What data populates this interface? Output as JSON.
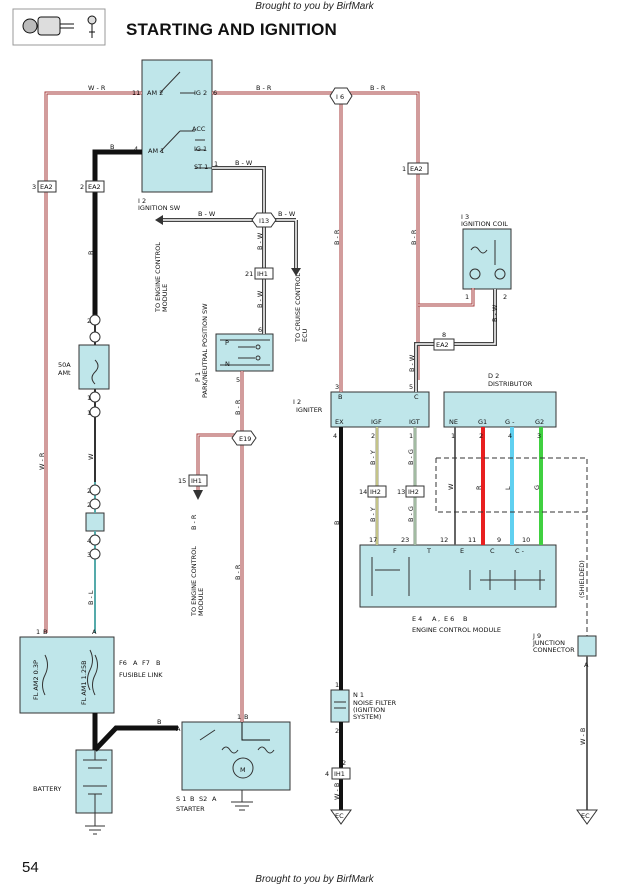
{
  "header": {
    "source_top": "Brought to you by BirfMark",
    "source_bottom": "Brought to you by BirfMark"
  },
  "title": "STARTING AND IGNITION",
  "page_number": "54",
  "components": {
    "ignition_sw": {
      "id": "I 2",
      "name": "IGNITION SW",
      "pins": {
        "am2": "AM 2",
        "am1": "AM 1",
        "ig2": "IG 2",
        "acc": "ACC",
        "ig1": "IG 1",
        "st1": "ST 1"
      },
      "pin_numbers": {
        "am2": "11",
        "am1": "4",
        "ig2": "6",
        "st1": "1"
      }
    },
    "ignition_coil": {
      "id": "I 3",
      "name": "IGNITION COIL",
      "pin1": "1",
      "pin2": "2"
    },
    "park_neutral": {
      "id": "P 1",
      "name": "PARK/NEUTRAL POSITION SW",
      "p": "P",
      "n": "N",
      "pin_top": "6",
      "pin_bot": "5"
    },
    "igniter": {
      "id": "I 2",
      "name": "IGNITER",
      "b": "B",
      "c": "C",
      "ex": "EX",
      "igf": "IGF",
      "igt": "IGT",
      "pin_b": "3",
      "pin_c": "5",
      "pin_ex": "4",
      "pin_igf": "2",
      "pin_igt": "1"
    },
    "distributor": {
      "id": "D 2",
      "name": "DISTRIBUTOR",
      "ne": "NE",
      "g1": "G1",
      "gm": "G -",
      "g2": "G2",
      "pin_ne": "1",
      "pin_g1": "2",
      "pin_gm": "4",
      "pin_g2": "3"
    },
    "ecm": {
      "id": "E 4",
      "conn_a": "A",
      "sep": ",",
      "id2": "E 6",
      "conn_b": "B",
      "name": "ENGINE CONTROL MODULE",
      "term_t": "T",
      "term_f": "F",
      "term_e": "E",
      "term_c": "C",
      "term_cm": "C -",
      "pin17": "17",
      "pin23": "23",
      "pin12": "12",
      "pin11": "11",
      "pin9": "9",
      "pin10": "10",
      "pin_a": "A",
      "pin_b": "B"
    },
    "fusible_link": {
      "id1": "F6",
      "conn_a": "A",
      "id2": "F7",
      "conn_b": "B",
      "name": "FUSIBLE LINK",
      "fl1": "FL AM2 0.3P",
      "fl2": "FL AM1 1.25B",
      "pin1": "1",
      "pinB": "B",
      "pinA": "A"
    },
    "fuse_50a": {
      "label1": "50A",
      "label2": "AMt"
    },
    "battery": {
      "name": "BATTERY"
    },
    "starter": {
      "id1": "S 1",
      "conn_b": "B",
      "id2": "S2",
      "conn_a": "A",
      "name": "STARTER",
      "motor": "M",
      "pin_a": "A",
      "pin_b": "B",
      "pin1": "1"
    },
    "noise_filter": {
      "id": "N 1",
      "name1": "NOISE FILTER",
      "name2": "(IGNITION",
      "name3": "SYSTEM)"
    },
    "junction": {
      "id": "J 9",
      "name1": "JUNCTION",
      "name2": "CONNECTOR",
      "pin_a": "A",
      "shielded": "(SHIELDED)"
    },
    "dest": {
      "ecm1_a": "TO ENGINE CONTROL",
      "ecm1_b": "MODULE",
      "cruise_a": "TO CRUISE CONTROL",
      "cruise_b": "ECU",
      "ecm2_a": "TO ENGINE CONTROL",
      "ecm2_b": "MODULE"
    }
  },
  "connectors": {
    "ea2_left": "EA2",
    "ea2_mid": "EA2",
    "ea2_coil": "EA2",
    "ea2_dist": "EA2",
    "ih1_a": "IH1",
    "ih1_b": "IH1",
    "ih1_c": "IH1",
    "ih2_a": "IH2",
    "ih2_b": "IH2",
    "i13": "I13",
    "e19": "E19",
    "i6": "I 6",
    "ec1": "EC",
    "ec2": "EC"
  },
  "pin_labels": {
    "p3": "3",
    "p2a": "2",
    "p2b": "2",
    "p1a": "1",
    "p1b": "1",
    "p2c": "2",
    "p2d": "2",
    "p4": "4",
    "p3b": "3",
    "p1c": "1",
    "p8": "8",
    "p21": "21",
    "p15": "15",
    "p14": "14",
    "p13": "13",
    "p1d": "1",
    "p2e": "2",
    "p4b": "4",
    "p2f": "2"
  },
  "wire_labels": {
    "w_r_top": "W - R",
    "b_top": "B",
    "b_r_top1": "B - R",
    "b_r_top2": "B - R",
    "b_w_st": "B - W",
    "b_w_l": "B - W",
    "b_w_r": "B - W",
    "b_w_v": "B - W",
    "b_w_v2": "B - W",
    "w_r_left": "W - R",
    "b_left": "B",
    "w_left": "W",
    "b_l_left": "B - L",
    "b_r_mid": "B - R",
    "b_r_v1": "B - R",
    "b_r_v2": "B - R",
    "b_r_v3": "B - R",
    "b_r_coil": "B - R",
    "b_w_coil": "B - W",
    "b_w_dist": "B - W",
    "b_y1": "B - Y",
    "b_g1": "B - G",
    "b_y2": "B - Y",
    "b_g2": "B - G",
    "w_ne": "W",
    "r_g1": "R",
    "l_gm": "L",
    "g_g2": "G",
    "b_ex": "B",
    "w_b_1": "W - B",
    "w_b_2": "W - B",
    "b_start": "B"
  }
}
